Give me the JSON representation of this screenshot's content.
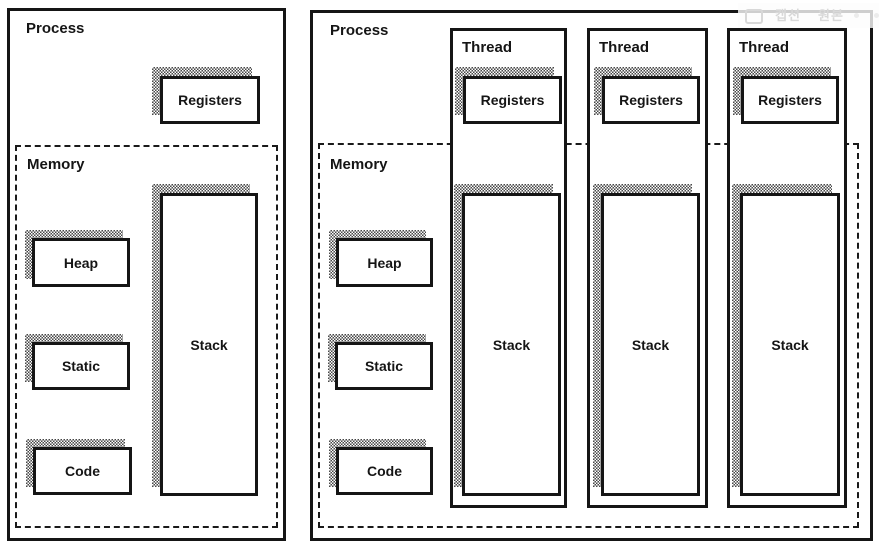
{
  "viewer_overlay": {
    "frame_icon": "rounded-square-outline",
    "caption_button": "캡션",
    "original_button": "원본",
    "dots": "two-light-dots"
  },
  "left_panel": {
    "title": "Process",
    "registers_label": "Registers",
    "memory": {
      "title": "Memory",
      "heap_label": "Heap",
      "static_label": "Static",
      "code_label": "Code",
      "stack_label": "Stack"
    }
  },
  "right_panel": {
    "title": "Process",
    "memory": {
      "title": "Memory",
      "heap_label": "Heap",
      "static_label": "Static",
      "code_label": "Code"
    },
    "threads": [
      {
        "title": "Thread",
        "registers_label": "Registers",
        "stack_label": "Stack"
      },
      {
        "title": "Thread",
        "registers_label": "Registers",
        "stack_label": "Stack"
      },
      {
        "title": "Thread",
        "registers_label": "Registers",
        "stack_label": "Stack"
      }
    ]
  },
  "colors": {
    "ink": "#151515",
    "shadow_halftone": "#474747",
    "overlay_text": "#d8d8d8",
    "background": "#ffffff"
  }
}
